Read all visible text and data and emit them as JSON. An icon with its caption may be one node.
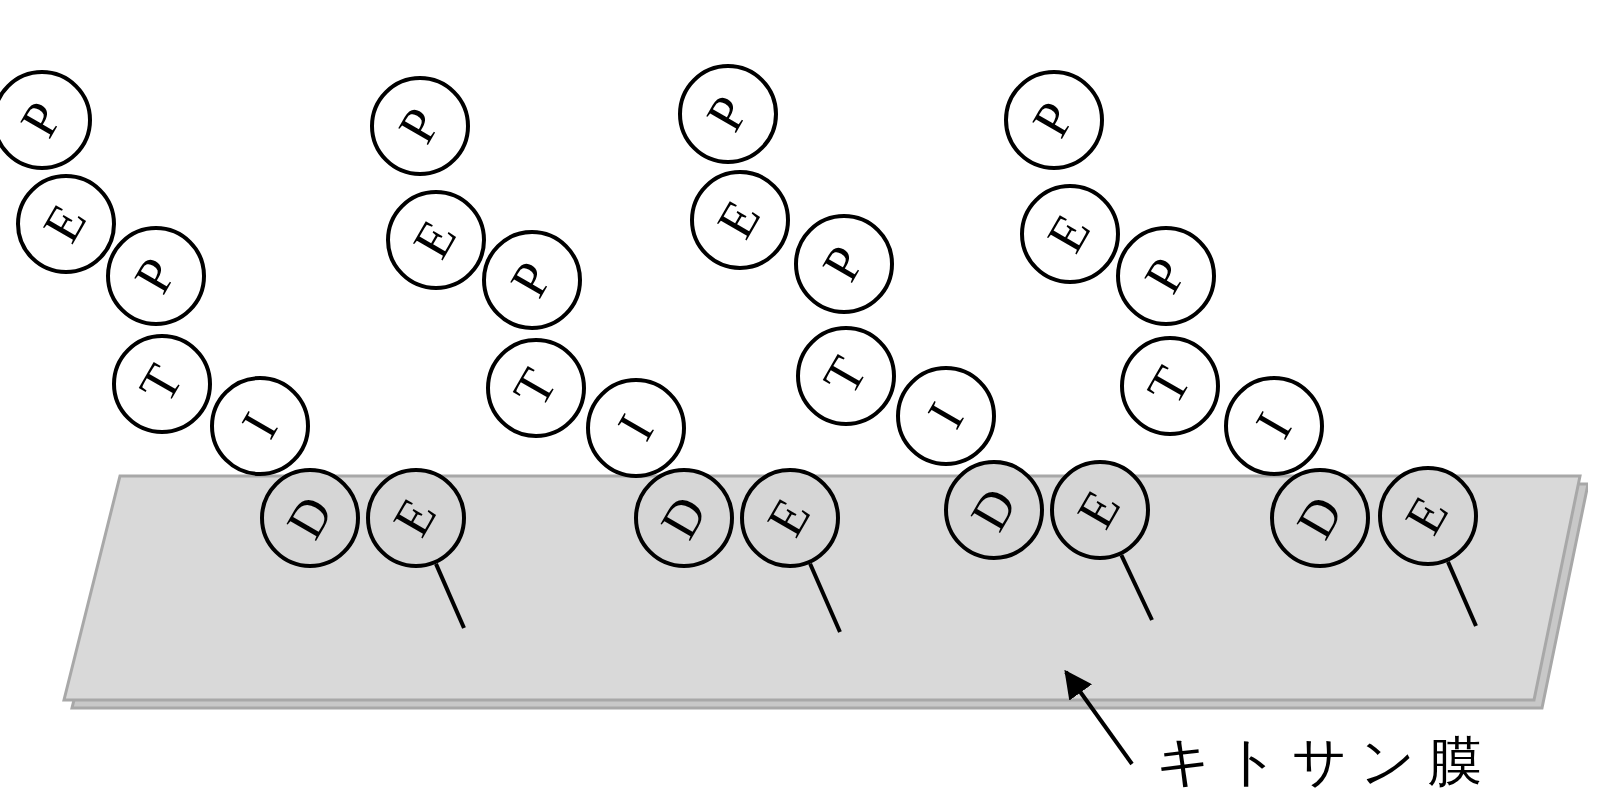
{
  "diagram": {
    "nodes": [
      {
        "text": [
          "P"
        ]
      },
      {
        "text": [
          "E"
        ]
      },
      {
        "text": [
          "P"
        ]
      },
      {
        "text": [
          "T"
        ]
      },
      {
        "text": [
          "I"
        ]
      },
      {
        "text": [
          "D"
        ]
      },
      {
        "text": [
          "E"
        ]
      },
      {
        "text": [
          "P"
        ]
      },
      {
        "text": [
          "E"
        ]
      },
      {
        "text": [
          "P"
        ]
      },
      {
        "text": [
          "T"
        ]
      },
      {
        "text": [
          "I"
        ]
      },
      {
        "text": [
          "D"
        ]
      },
      {
        "text": [
          "E"
        ]
      },
      {
        "text": [
          "P"
        ]
      },
      {
        "text": [
          "E"
        ]
      },
      {
        "text": [
          "P"
        ]
      },
      {
        "text": [
          "T"
        ]
      },
      {
        "text": [
          "I"
        ]
      },
      {
        "text": [
          "D"
        ]
      },
      {
        "text": [
          "E"
        ]
      },
      {
        "text": [
          "P"
        ]
      },
      {
        "text": [
          "E"
        ]
      },
      {
        "text": [
          "P"
        ]
      },
      {
        "text": [
          "T"
        ]
      },
      {
        "text": [
          "I"
        ]
      },
      {
        "text": [
          "D"
        ]
      },
      {
        "text": [
          "E"
        ]
      },
      {
        "text": [],
        "shape": "box"
      },
      {
        "text": [
          "キトサン膜"
        ]
      }
    ],
    "edges": [
      {
        "from": 6,
        "to": 28,
        "arrow": "none"
      },
      {
        "from": 13,
        "to": 28,
        "arrow": "none"
      },
      {
        "from": 20,
        "to": 28,
        "arrow": "none"
      },
      {
        "from": 27,
        "to": 28,
        "arrow": "none"
      },
      {
        "from": 29,
        "to": 28,
        "arrow": "to"
      }
    ]
  }
}
